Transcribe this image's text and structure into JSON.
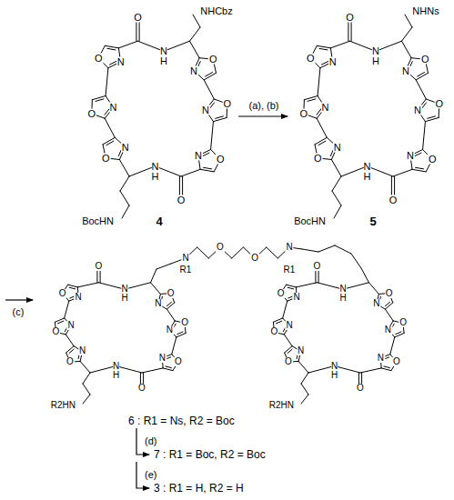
{
  "diagram": {
    "labels": [
      "(a), (b)",
      "O",
      "N",
      "O",
      "N",
      "O",
      "N",
      "O",
      "N",
      "O",
      "N",
      "O",
      "N",
      "O",
      "NH",
      "O",
      "NH",
      "NHCbz",
      "BocHN",
      "4",
      "O",
      "N",
      "O",
      "N",
      "O",
      "N",
      "O",
      "N",
      "O",
      "N",
      "O",
      "N",
      "O",
      "NH",
      "O",
      "NH",
      "NHNs",
      "BocHN",
      "5",
      "(c)",
      "N",
      "R1",
      "O",
      "O",
      "N",
      "R1",
      "O",
      "N",
      "O",
      "N",
      "O",
      "N",
      "O",
      "N",
      "O",
      "N",
      "O",
      "N",
      "O",
      "NH",
      "O",
      "NH",
      "R2HN",
      "O",
      "N",
      "O",
      "N",
      "O",
      "N",
      "O",
      "N",
      "O",
      "N",
      "O",
      "N",
      "O",
      "NH",
      "O",
      "NH",
      "R2HN",
      "6 : R1 = Ns, R2 = Boc",
      "(d)",
      "7 : R1 = Boc, R2 = Boc",
      "(e)",
      "3 : R1 = H, R2 = H"
    ]
  }
}
